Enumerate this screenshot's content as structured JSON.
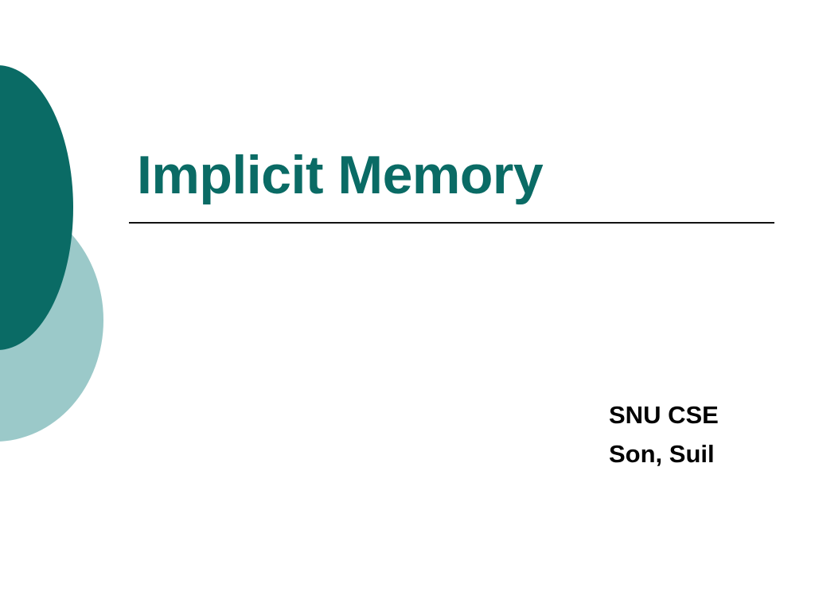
{
  "slide": {
    "background_color": "#FFFFFF",
    "title": "Implicit Memory",
    "title_color": "#0A6B65",
    "rule_color": "#111111",
    "subtitle_lines": [
      "SNU CSE",
      "Son, Suil"
    ],
    "subtitle_color": "#000000",
    "decoration": {
      "dark_circle_color": "#0A6B65",
      "light_circle_color": "#9BC9C9"
    }
  }
}
